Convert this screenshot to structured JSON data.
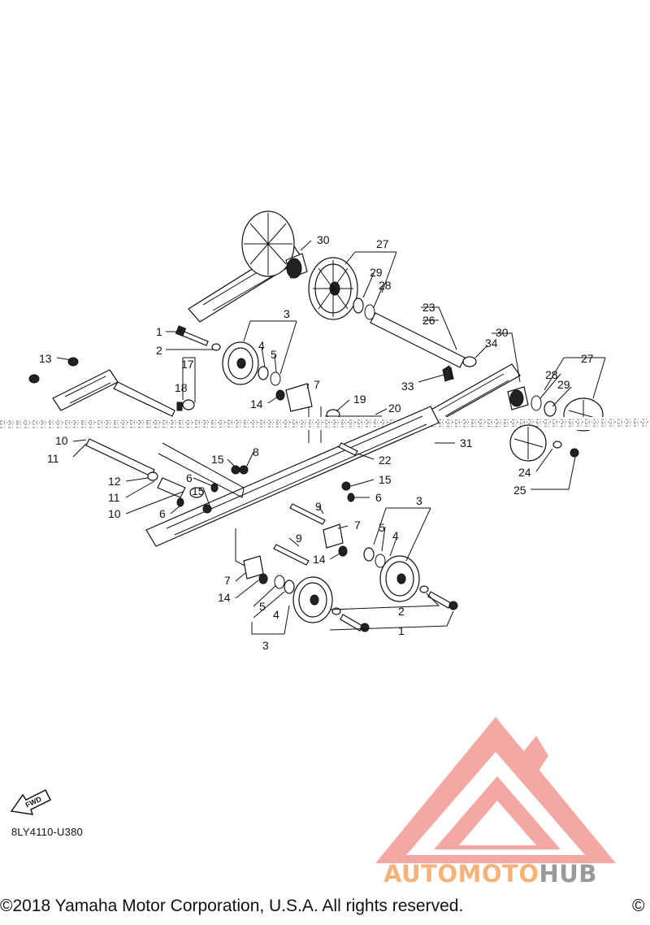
{
  "diagram": {
    "callouts": [
      {
        "id": "c30a",
        "text": "30"
      },
      {
        "id": "c27a",
        "text": "27"
      },
      {
        "id": "c29a",
        "text": "29"
      },
      {
        "id": "c28a",
        "text": "28"
      },
      {
        "id": "c23",
        "text": "23"
      },
      {
        "id": "c26",
        "text": "26"
      },
      {
        "id": "c30b",
        "text": "30"
      },
      {
        "id": "c34",
        "text": "34"
      },
      {
        "id": "c27b",
        "text": "27"
      },
      {
        "id": "c28b",
        "text": "28"
      },
      {
        "id": "c29b",
        "text": "29"
      },
      {
        "id": "c3a",
        "text": "3"
      },
      {
        "id": "c1a",
        "text": "1"
      },
      {
        "id": "c2a",
        "text": "2"
      },
      {
        "id": "c4a",
        "text": "4"
      },
      {
        "id": "c5a",
        "text": "5"
      },
      {
        "id": "c13",
        "text": "13"
      },
      {
        "id": "c17",
        "text": "17"
      },
      {
        "id": "c18",
        "text": "18"
      },
      {
        "id": "c7a",
        "text": "7"
      },
      {
        "id": "c14a",
        "text": "14"
      },
      {
        "id": "c19",
        "text": "19"
      },
      {
        "id": "c20",
        "text": "20"
      },
      {
        "id": "c33",
        "text": "33"
      },
      {
        "id": "c10a",
        "text": "10"
      },
      {
        "id": "c11a",
        "text": "11"
      },
      {
        "id": "c31",
        "text": "31"
      },
      {
        "id": "c22",
        "text": "22"
      },
      {
        "id": "c24",
        "text": "24"
      },
      {
        "id": "c25",
        "text": "25"
      },
      {
        "id": "c8",
        "text": "8"
      },
      {
        "id": "c15a",
        "text": "15"
      },
      {
        "id": "c15b",
        "text": "15"
      },
      {
        "id": "c6a",
        "text": "6"
      },
      {
        "id": "c15c",
        "text": "15"
      },
      {
        "id": "c6b",
        "text": "6"
      },
      {
        "id": "c12",
        "text": "12"
      },
      {
        "id": "c11b",
        "text": "11"
      },
      {
        "id": "c10b",
        "text": "10"
      },
      {
        "id": "c6c",
        "text": "6"
      },
      {
        "id": "c9a",
        "text": "9"
      },
      {
        "id": "c3b",
        "text": "3"
      },
      {
        "id": "c7b",
        "text": "7"
      },
      {
        "id": "c5b",
        "text": "5"
      },
      {
        "id": "c4b",
        "text": "4"
      },
      {
        "id": "c9b",
        "text": "9"
      },
      {
        "id": "c14b",
        "text": "14"
      },
      {
        "id": "c7c",
        "text": "7"
      },
      {
        "id": "c14c",
        "text": "14"
      },
      {
        "id": "c2b",
        "text": "2"
      },
      {
        "id": "c1b",
        "text": "1"
      },
      {
        "id": "c5c",
        "text": "5"
      },
      {
        "id": "c4c",
        "text": "4"
      },
      {
        "id": "c3c",
        "text": "3"
      }
    ],
    "fwd_label": "FWD",
    "diagram_code": "8LY4110-U380"
  },
  "logo": {
    "word_part1": "AUTOMOTO",
    "word_part2": "HUB",
    "color_primary": "#f29a94",
    "color_accent": "#f7b27a",
    "color_secondary": "#9a9a9a"
  },
  "footer": {
    "copyright": "©2018 Yamaha Motor Corporation, U.S.A. All rights reserved.",
    "copyright_cut": "©"
  }
}
